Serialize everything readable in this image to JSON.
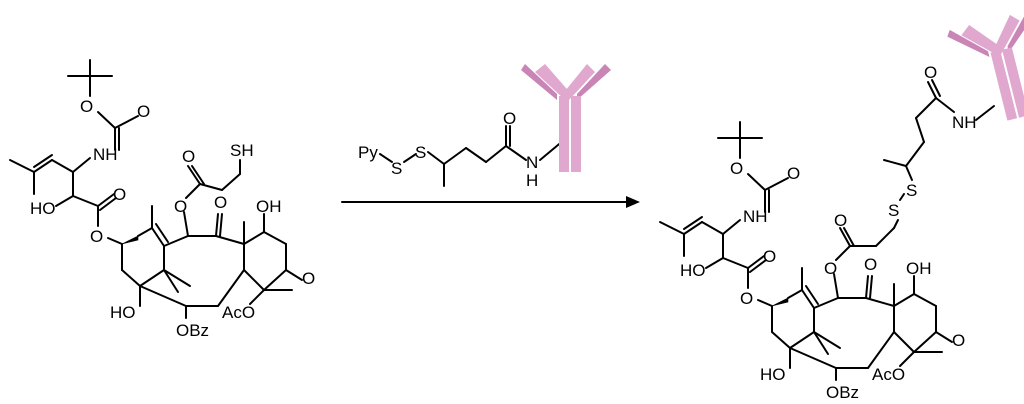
{
  "reactant": {
    "atoms": {
      "boc_o": "O",
      "boc_o2": "O",
      "nh": "NH",
      "ho_side": "HO",
      "ester_o1": "O",
      "ester_o2": "O",
      "ester_o3": "O",
      "sh": "SH",
      "lin_o1": "O",
      "lin_o2": "O",
      "ketone_o": "O",
      "oh_top": "OH",
      "oxetane_o": "O",
      "ho_bottom": "HO",
      "aco": "AcO",
      "obz": "OBz"
    }
  },
  "reagent": {
    "py": "Py",
    "s1": "S",
    "s2": "S",
    "carbonyl_o": "O",
    "n": "N",
    "h": "H"
  },
  "product": {
    "atoms": {
      "boc_o": "O",
      "boc_o2": "O",
      "nh": "NH",
      "ho_side": "HO",
      "ester_o1": "O",
      "ester_o2": "O",
      "ester_o3": "O",
      "s1": "S",
      "s2": "S",
      "lin_o1": "O",
      "lin_o2": "O",
      "ketone_o": "O",
      "oh_top": "OH",
      "oxetane_o": "O",
      "ho_bottom": "HO",
      "aco": "AcO",
      "obz": "OBz",
      "amide_o": "O",
      "amide_nh": "NH"
    }
  },
  "colors": {
    "antibody_light": "#e0a8cf",
    "antibody_dark": "#c985b6",
    "ink": "#000000"
  }
}
